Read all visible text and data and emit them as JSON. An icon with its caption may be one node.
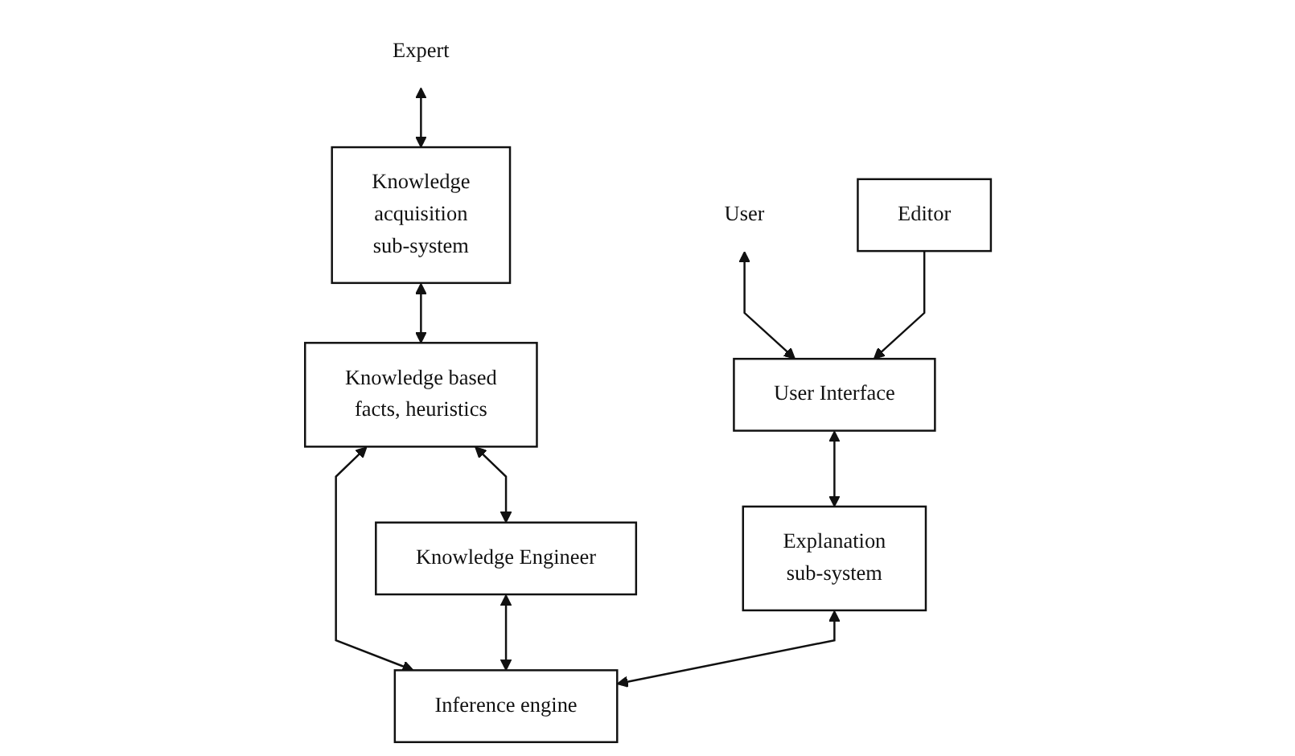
{
  "diagram": {
    "nodes": [
      {
        "text": [
          "Expert"
        ]
      },
      {
        "text": [
          "Knowledge acquisition sub-system"
        ]
      },
      {
        "text": [
          "Knowledge based facts, heuristics"
        ]
      },
      {
        "text": [
          "Knowledge Engineer"
        ]
      },
      {
        "text": [
          "User"
        ]
      },
      {
        "text": [
          "User Interface"
        ]
      },
      {
        "text": [
          "Editor"
        ]
      },
      {
        "text": [
          "Explanation sub-system"
        ]
      },
      {
        "text": [
          "Inference engine"
        ]
      }
    ],
    "edges": [
      {
        "from": 0,
        "to": 1,
        "arrow": "both"
      },
      {
        "from": 1,
        "to": 2,
        "arrow": "both"
      },
      {
        "from": 2,
        "to": 8,
        "arrow": "both"
      },
      {
        "from": 2,
        "to": 3,
        "arrow": "both"
      },
      {
        "from": 3,
        "to": 8,
        "arrow": "both"
      },
      {
        "from": 4,
        "to": 5,
        "arrow": "both"
      },
      {
        "from": 6,
        "to": 5,
        "arrow": "to"
      },
      {
        "from": 5,
        "to": 7,
        "arrow": "both"
      },
      {
        "from": 7,
        "to": 8,
        "arrow": "both"
      }
    ]
  }
}
